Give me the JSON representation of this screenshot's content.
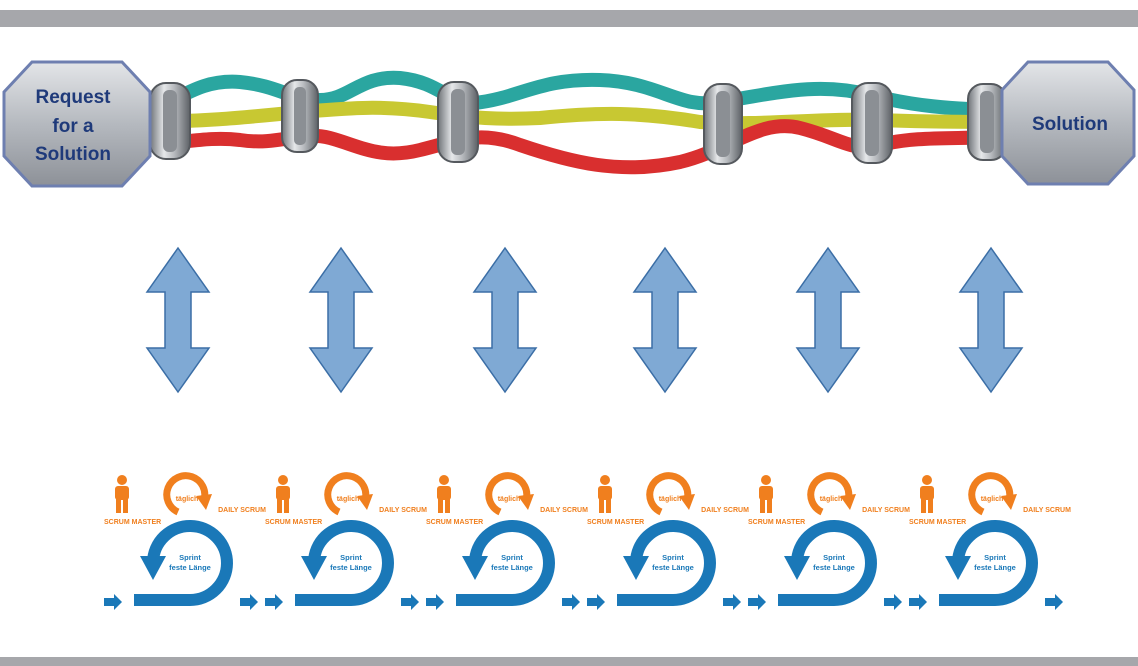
{
  "pipeline": {
    "start_label_lines": [
      "Request",
      "for a",
      "Solution"
    ],
    "end_label": "Solution",
    "colors": {
      "teal": "#2aa6a0",
      "yellow": "#c8c832",
      "red": "#d92f2f",
      "ring": "#9a9ea3",
      "octagon": "#b8bcc2",
      "label": "#1f3a7a"
    }
  },
  "links": {
    "count": 6,
    "arrow_color": "#7fa9d4",
    "arrow_stroke": "#3b6ea6"
  },
  "sprints": [
    {
      "role": "SCRUM MASTER",
      "daily": "DAILY SCRUM",
      "frequency": "täglich",
      "sprint_line1": "Sprint",
      "sprint_line2": "feste Länge"
    },
    {
      "role": "SCRUM MASTER",
      "daily": "DAILY SCRUM",
      "frequency": "täglich",
      "sprint_line1": "Sprint",
      "sprint_line2": "feste Länge"
    },
    {
      "role": "SCRUM MASTER",
      "daily": "DAILY SCRUM",
      "frequency": "täglich",
      "sprint_line1": "Sprint",
      "sprint_line2": "feste Länge"
    },
    {
      "role": "SCRUM MASTER",
      "daily": "DAILY SCRUM",
      "frequency": "täglich",
      "sprint_line1": "Sprint",
      "sprint_line2": "feste Länge"
    },
    {
      "role": "SCRUM MASTER",
      "daily": "DAILY SCRUM",
      "frequency": "täglich",
      "sprint_line1": "Sprint",
      "sprint_line2": "feste Länge"
    },
    {
      "role": "SCRUM MASTER",
      "daily": "DAILY SCRUM",
      "frequency": "täglich",
      "sprint_line1": "Sprint",
      "sprint_line2": "feste Länge"
    }
  ],
  "scrum_colors": {
    "orange": "#f07f1e",
    "blue": "#1a78b8"
  }
}
